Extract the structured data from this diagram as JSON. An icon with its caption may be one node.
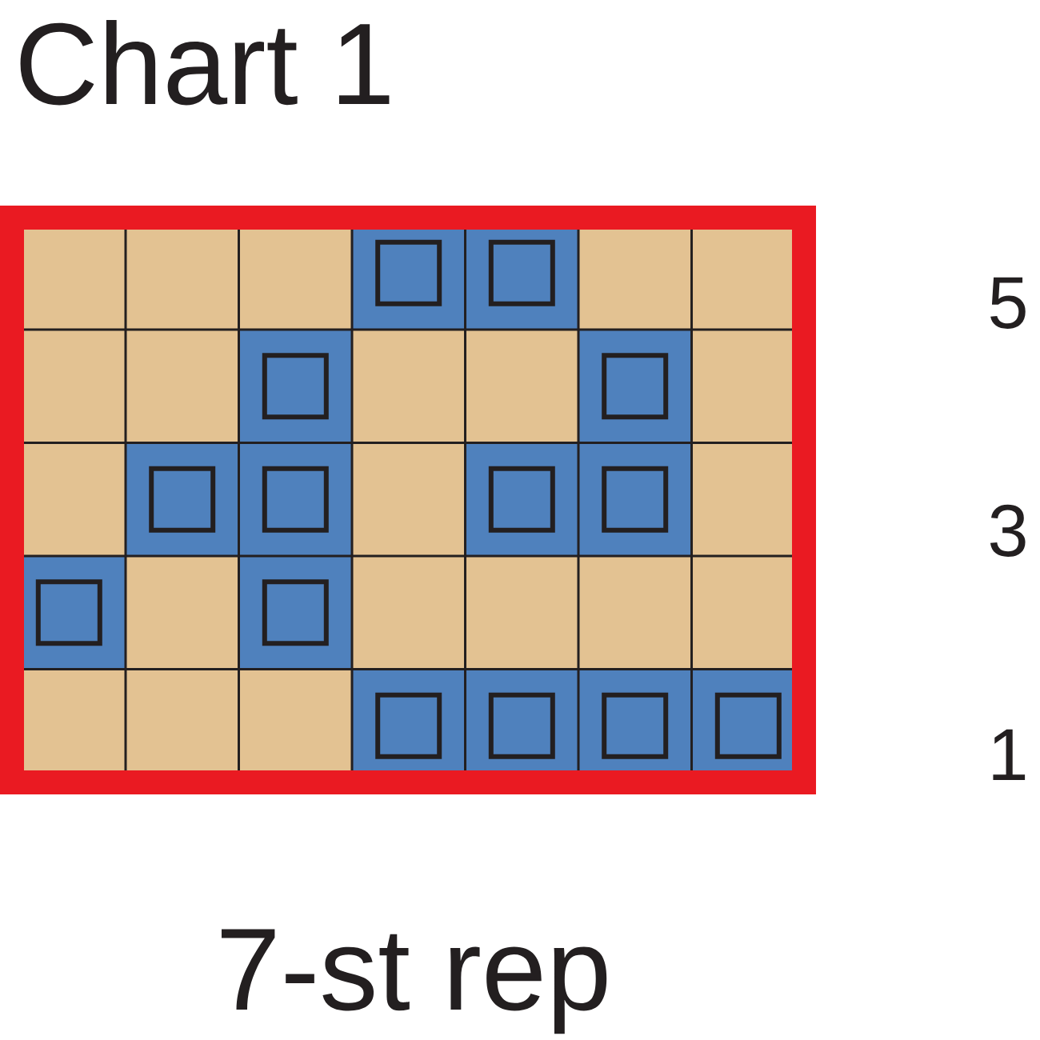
{
  "diagram": {
    "title": "Chart 1",
    "labels": [
      "5",
      "3",
      "1",
      "7-st rep"
    ]
  }
}
